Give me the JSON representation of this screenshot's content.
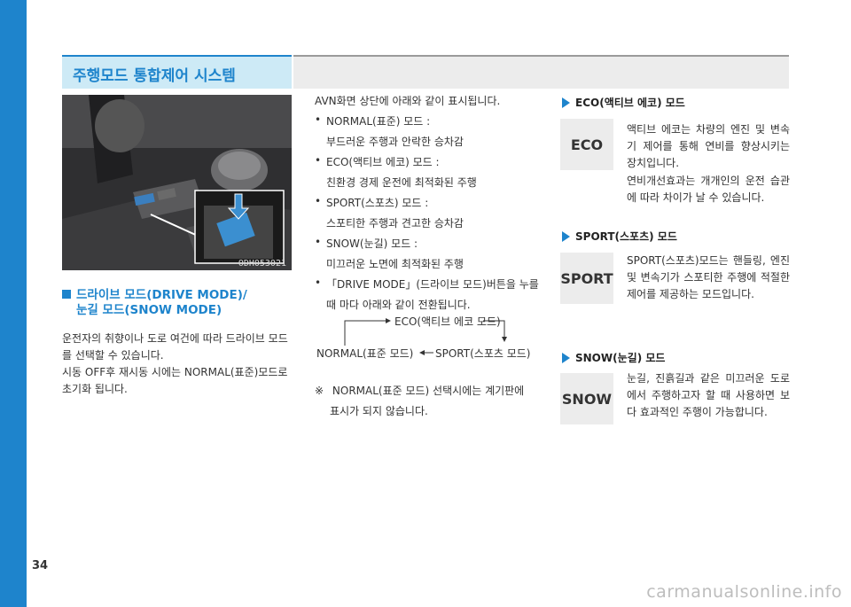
{
  "header": {
    "title": "주행모드 통합제어 시스템"
  },
  "photo": {
    "code": "ODH053021"
  },
  "section": {
    "title_line1": "드라이브 모드(DRIVE MODE)/",
    "title_line2": "눈길 모드(SNOW MODE)",
    "para1": "운전자의 취향이나 도로 여건에 따라 드라이브 모드를 선택할 수 있습니다.",
    "para2": "시동 OFF후 재시동 시에는 NORMAL(표준)모드로 초기화 됩니다."
  },
  "middle": {
    "intro": "AVN화면 상단에 아래와 같이 표시됩니다.",
    "bullets": [
      {
        "label": "NORMAL(표준) 모드 :",
        "desc": "부드러운 주행과 안락한 승차감"
      },
      {
        "label": "ECO(액티브 에코) 모드 :",
        "desc": "친환경 경제 운전에 최적화된 주행"
      },
      {
        "label": "SPORT(스포츠) 모드 :",
        "desc": "스포티한 주행과 견고한 승차감"
      },
      {
        "label": "SNOW(눈길) 모드 :",
        "desc": "미끄러운 노면에 최적화된 주행"
      },
      {
        "label": "「DRIVE MODE」(드라이브 모드)버튼을 누를",
        "desc": "때 마다 아래와 같이 전환됩니다."
      }
    ],
    "diagram": {
      "eco": "ECO(액티브 에코 모드)",
      "normal": "NORMAL(표준 모드)",
      "sport": "SPORT(스포츠 모드)"
    },
    "note_mark": "※",
    "note_line1": "NORMAL(표준 모드) 선택시에는 계기판에",
    "note_line2": "표시가 되지 않습니다."
  },
  "right": {
    "eco": {
      "heading": "ECO(액티브 에코) 모드",
      "badge": "ECO",
      "desc1": "액티브 에코는 차량의 엔진 및 변속기 제어를 통해 연비를 향상시키는 장치입니다.",
      "desc2": "연비개선효과는 개개인의 운전 습관에 따라 차이가 날 수 있습니다."
    },
    "sport": {
      "heading": "SPORT(스포츠) 모드",
      "badge": "SPORT",
      "desc": "SPORT(스포츠)모드는 핸들링, 엔진 및 변속기가 스포티한 주행에 적절한 제어를 제공하는 모드입니다."
    },
    "snow": {
      "heading": "SNOW(눈길) 모드",
      "badge": "SNOW",
      "desc": "눈길, 진흙길과 같은 미끄러운 도로에서 주행하고자 할 때 사용하면 보다 효과적인 주행이 가능합니다."
    }
  },
  "page_number": "34",
  "watermark": "carmanualsonline.info",
  "colors": {
    "accent": "#1e84cc",
    "header_bg": "#cdeaf6",
    "badge_bg": "#ececec"
  }
}
